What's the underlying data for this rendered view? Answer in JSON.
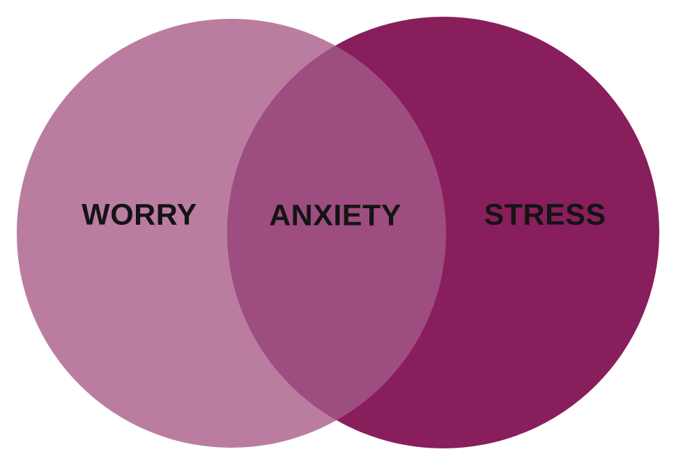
{
  "venn": {
    "type": "venn-diagram",
    "background_color": "#ffffff",
    "label_color": "#141414",
    "sets": [
      {
        "label": "WORRY",
        "color": "#ba7da0"
      },
      {
        "label": "STRESS",
        "color": "#881e5c"
      }
    ],
    "intersection": {
      "label": "ANXIETY",
      "color": "#9e4d81"
    }
  }
}
